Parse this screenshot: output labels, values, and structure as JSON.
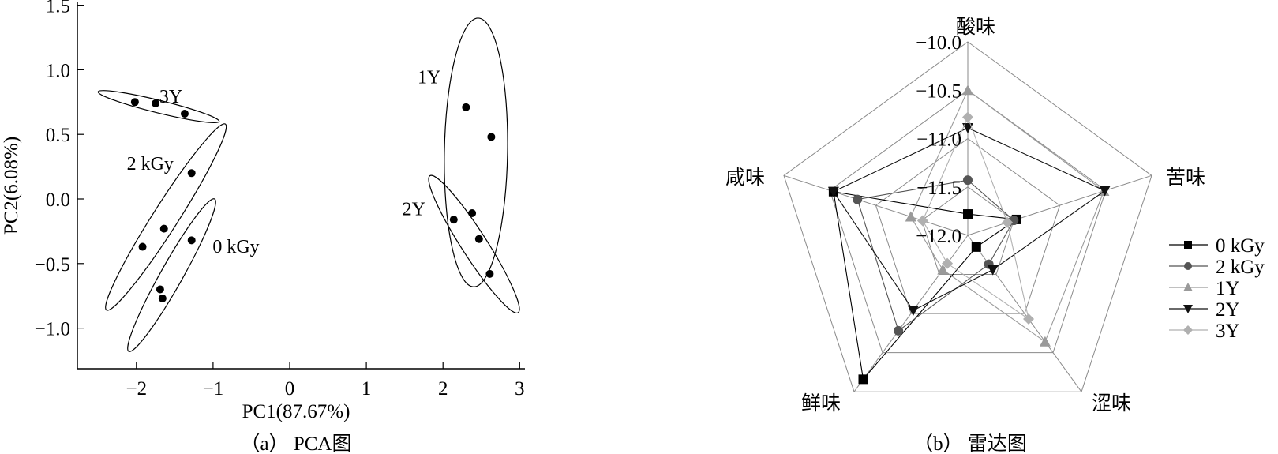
{
  "chart_data": [
    {
      "type": "scatter",
      "title": "",
      "caption": "（a） PCA图",
      "xlabel": "PC1(87.67%)",
      "ylabel": "PC2(6.08%)",
      "xlim": [
        -2.78,
        3.3
      ],
      "ylim": [
        -1.32,
        1.54
      ],
      "xticks": [
        -2,
        -1,
        0,
        1,
        2,
        3
      ],
      "xtick_labels": [
        "−2",
        "−1",
        "0",
        "1",
        "2",
        "3"
      ],
      "yticks": [
        1.5,
        1.0,
        0.5,
        0.0,
        -0.5,
        -1.0
      ],
      "ytick_labels": [
        "1.5",
        "1.0",
        "0.5",
        "0.0",
        "−0.5",
        "−1.0"
      ],
      "grid": false,
      "groups": [
        {
          "name": "3Y",
          "label_at": [
            -1.55,
            0.8
          ],
          "points": [
            [
              -2.02,
              0.75
            ],
            [
              -1.75,
              0.74
            ],
            [
              -1.37,
              0.66
            ]
          ]
        },
        {
          "name": "2 kGy",
          "label_at": [
            -1.82,
            0.28
          ],
          "points": [
            [
              -1.28,
              0.2
            ],
            [
              -1.64,
              -0.23
            ],
            [
              -1.92,
              -0.37
            ]
          ]
        },
        {
          "name": "0 kGy",
          "label_at": [
            -0.7,
            -0.36
          ],
          "points": [
            [
              -1.28,
              -0.32
            ],
            [
              -1.69,
              -0.7
            ],
            [
              -1.66,
              -0.77
            ]
          ]
        },
        {
          "name": "1Y",
          "label_at": [
            1.82,
            0.95
          ],
          "points": [
            [
              2.3,
              0.71
            ],
            [
              2.63,
              0.48
            ],
            [
              2.61,
              -0.58
            ]
          ]
        },
        {
          "name": "2Y",
          "label_at": [
            1.62,
            -0.07
          ],
          "points": [
            [
              2.14,
              -0.16
            ],
            [
              2.38,
              -0.11
            ],
            [
              2.47,
              -0.31
            ]
          ]
        }
      ]
    },
    {
      "type": "radar",
      "caption": "（b） 雷达图",
      "axes": [
        "酸味",
        "苦味",
        "涩味",
        "鲜味",
        "咸味"
      ],
      "rlim": [
        -12.0,
        -10.0
      ],
      "ring_values": [
        -10.0,
        -10.5,
        -11.0,
        -11.5,
        -12.0
      ],
      "ring_labels": [
        "−10.0",
        "−10.5",
        "−11.0",
        "−11.5",
        "−12.0"
      ],
      "legend_position": "right",
      "series": [
        {
          "name": "0 kGy",
          "marker": "square",
          "color": "#000000",
          "values": [
            -11.78,
            -11.47,
            -11.85,
            -10.16,
            -10.54
          ]
        },
        {
          "name": "2 kGy",
          "marker": "circle",
          "color": "#555555",
          "values": [
            -11.43,
            -11.5,
            -11.63,
            -10.78,
            -10.8
          ]
        },
        {
          "name": "1Y",
          "marker": "triangle-up",
          "color": "#9a9a9a",
          "values": [
            -10.5,
            -10.52,
            -10.64,
            -11.56,
            -11.38
          ]
        },
        {
          "name": "2Y",
          "marker": "triangle-down",
          "color": "#111111",
          "values": [
            -10.89,
            -10.51,
            -11.56,
            -11.04,
            -10.54
          ]
        },
        {
          "name": "3Y",
          "marker": "diamond",
          "color": "#b0b0b0",
          "values": [
            -10.78,
            -11.57,
            -10.93,
            -11.64,
            -11.51
          ]
        }
      ]
    }
  ]
}
